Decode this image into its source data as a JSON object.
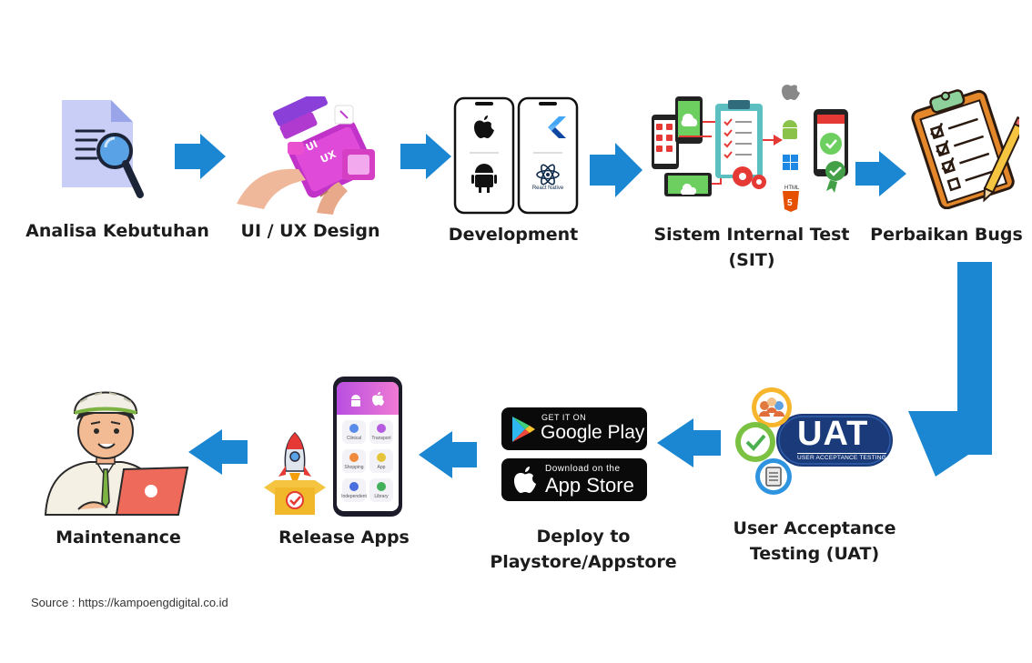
{
  "steps": {
    "analisa": {
      "label": "Analisa Kebutuhan"
    },
    "uiux": {
      "label": "UI / UX Design",
      "mock_text_ui": "UI",
      "mock_text_ux": "UX"
    },
    "development": {
      "label": "Development",
      "react_native": "React Native"
    },
    "sit": {
      "label_line1": "Sistem Internal Test",
      "label_line2": "(SIT)"
    },
    "perbaikan": {
      "label": "Perbaikan Bugs"
    },
    "uat": {
      "label_line1": "User Acceptance",
      "label_line2": "Testing (UAT)",
      "badge_title": "UAT",
      "badge_subtitle": "USER ACCEPTANCE TESTING"
    },
    "deploy": {
      "label_line1": "Deploy to",
      "label_line2": "Playstore/Appstore",
      "google_small": "GET IT ON",
      "google_big": "Google Play",
      "apple_small": "Download on the",
      "apple_big": "App Store"
    },
    "release": {
      "label": "Release Apps",
      "tiles": [
        "Clinical",
        "Transport",
        "Shopping",
        "App",
        "Independent",
        "Library"
      ]
    },
    "maintenance": {
      "label": "Maintenance"
    }
  },
  "source": "Source : https://kampoengdigital.co.id",
  "colors": {
    "arrow": "#1b86d2",
    "label": "#1c1c1c",
    "uat_badge": "#1a3a7a",
    "store_badge": "#0a0a0a"
  }
}
